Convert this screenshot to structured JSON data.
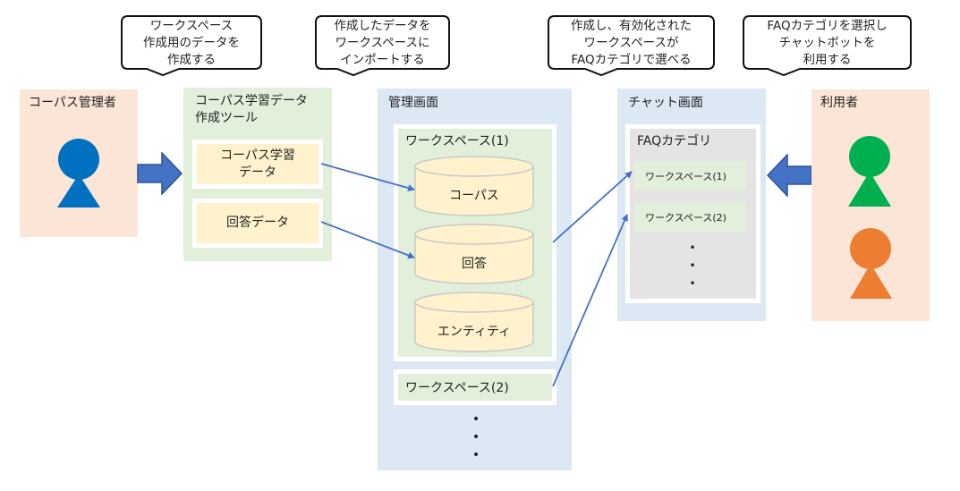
{
  "colors": {
    "admin_person": "#0070c0",
    "user_person_1": "#00b050",
    "user_person_2": "#ed7d31",
    "arrow_fill": "#4472c4",
    "arrow_stroke": "#2f5597",
    "connector": "#4472c4",
    "actor_panel": "#fbe5d6",
    "tool_panel": "#e2efda",
    "screen_panel": "#dde8f5",
    "data_item": "#fff2cc",
    "faq_panel": "#e4e4e4"
  },
  "callouts": [
    {
      "text": "ワークスペース\n作成用のデータを\n作成する"
    },
    {
      "text": "作成したデータを\nワークスペースに\nインポートする"
    },
    {
      "text": "作成し、有効化された\nワークスペースが\nFAQカテゴリで選べる"
    },
    {
      "text": "FAQカテゴリを選択し\nチャットボットを\n利用する"
    }
  ],
  "corpus_admin": {
    "title": "コーパス管理者",
    "icon": "person-icon"
  },
  "tool": {
    "title": "コーパス学習データ\n作成ツール",
    "items": [
      {
        "label": "コーパス学習\nデータ"
      },
      {
        "label": "回答データ"
      }
    ]
  },
  "admin_screen": {
    "title": "管理画面",
    "workspace1": {
      "title": "ワークスペース(1)",
      "databases": [
        {
          "label": "コーパス",
          "icon": "database-icon"
        },
        {
          "label": "回答",
          "icon": "database-icon"
        },
        {
          "label": "エンティティ",
          "icon": "database-icon"
        }
      ]
    },
    "workspace2": {
      "title": "ワークスペース(2)"
    },
    "more": "•\n•\n•"
  },
  "chat_screen": {
    "title": "チャット画面",
    "faq": {
      "title": "FAQカテゴリ",
      "items": [
        {
          "label": "ワークスペース(1)"
        },
        {
          "label": "ワークスペース(2)"
        }
      ],
      "more": "•\n•\n•"
    }
  },
  "users": {
    "title": "利用者",
    "icons": [
      "person-icon",
      "person-icon"
    ]
  }
}
